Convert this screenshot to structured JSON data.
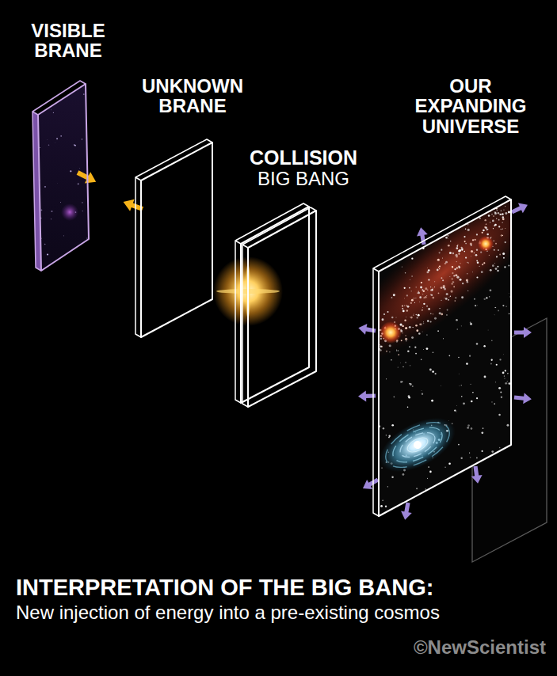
{
  "diagram": {
    "title": "INTERPRETATION OF THE BIG BANG:",
    "caption": "New injection of energy into a pre-existing cosmos",
    "nodes": [
      {
        "text": [
          "VISIBLE BRANE"
        ]
      },
      {
        "text": [
          "UNKNOWN BRANE"
        ]
      },
      {
        "text": [
          "COLLISION",
          "BIG BANG"
        ]
      },
      {
        "text": [
          "OUR EXPANDING UNIVERSE"
        ]
      }
    ],
    "labels": [
      "©NewScientist"
    ]
  }
}
